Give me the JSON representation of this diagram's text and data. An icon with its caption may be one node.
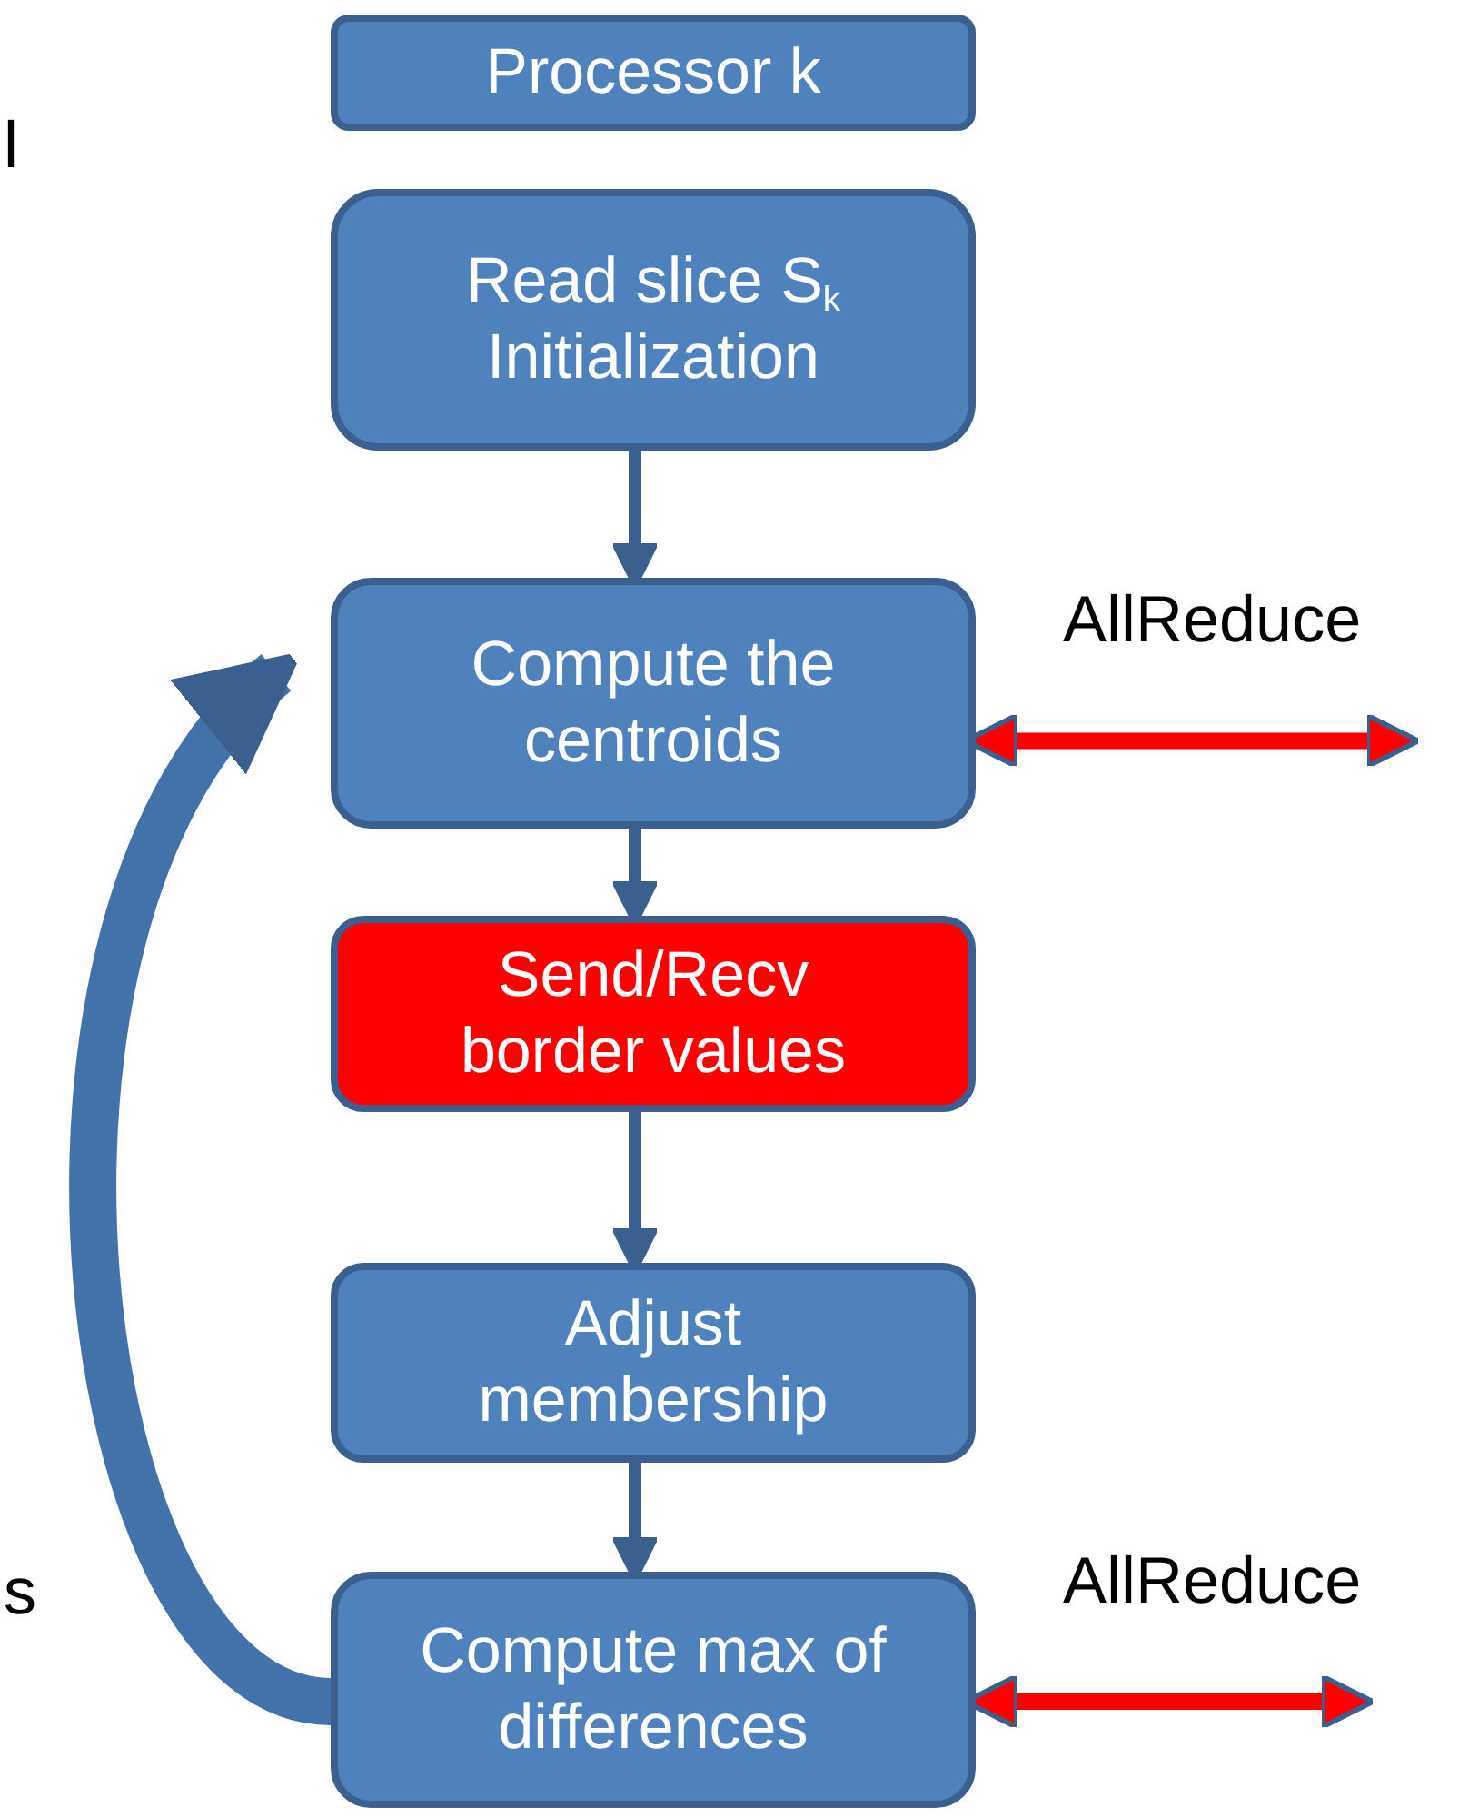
{
  "diagram": {
    "nodes": [
      {
        "text": [
          "Processor  k"
        ]
      },
      {
        "text": [
          "Read slice  S$_{k}$ Initialization"
        ]
      },
      {
        "text": [
          "Compute  the centroids"
        ]
      },
      {
        "text": [
          "Send/Recv border values"
        ]
      },
      {
        "text": [
          "Adjust membership"
        ]
      },
      {
        "text": [
          "Compute max of differences"
        ]
      }
    ],
    "edges": [
      {
        "from": 1,
        "to": 2,
        "arrow": "to"
      },
      {
        "from": 2,
        "to": 3,
        "arrow": "to"
      },
      {
        "from": 3,
        "to": 4,
        "arrow": "to"
      },
      {
        "from": 4,
        "to": 5,
        "arrow": "to"
      },
      {
        "from": 5,
        "to": 2,
        "arrow": "to",
        "style": "thick"
      },
      {
        "from": 2,
        "to": null,
        "arrow": "both",
        "label": "AllReduce",
        "color": "#ff0000"
      },
      {
        "from": 5,
        "to": null,
        "arrow": "both",
        "label": "AllReduce",
        "color": "#ff0000"
      }
    ],
    "labels": [
      "l",
      "s"
    ]
  }
}
